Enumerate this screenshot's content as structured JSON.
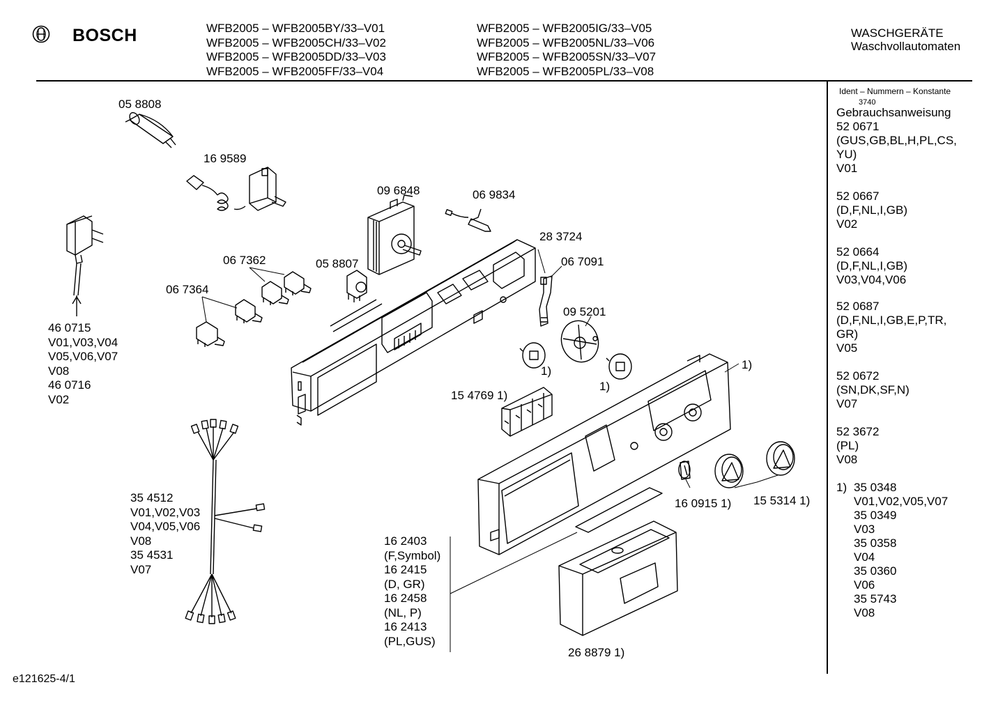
{
  "header": {
    "brand": "BOSCH",
    "models_left": [
      "WFB2005 – WFB2005BY/33–V01",
      "WFB2005 – WFB2005CH/33–V02",
      "WFB2005 – WFB2005DD/33–V03",
      "WFB2005 – WFB2005FF/33–V04"
    ],
    "models_right": [
      "WFB2005 – WFB2005IG/33–V05",
      "WFB2005 – WFB2005NL/33–V06",
      "WFB2005 – WFB2005SN/33–V07",
      "WFB2005 – WFB2005PL/33–V08"
    ],
    "category_line1": "WASCHGERÄTE",
    "category_line2": "Waschvollautomaten"
  },
  "sidebar": {
    "title": "Ident – Nummern – Konstante",
    "code": "3740",
    "manual_label": "Gebrauchsanweisung",
    "entries": [
      "52 0671\n(GUS,GB,BL,H,PL,CS,\nYU)\nV01",
      "52 0667\n(D,F,NL,I,GB)\nV02",
      "52 0664\n(D,F,NL,I,GB)\nV03,V04,V06",
      "52 0687\n(D,F,NL,I,GB,E,P,TR,\nGR)\nV05",
      "52 0672\n(SN,DK,SF,N)\nV07",
      "52 3672\n(PL)\nV08"
    ],
    "footnote_marker": "1)",
    "footnote": "35 0348\nV01,V02,V05,V07\n35 0349\nV03\n35 0358\nV04\n35 0360\nV06\n35 5743\nV08"
  },
  "parts": {
    "p058808": "05 8808",
    "p169589": "16 9589",
    "p096848": "09 6848",
    "p069834": "06 9834",
    "p283724": "28 3724",
    "p067091": "06 7091",
    "p067362": "06 7362",
    "p058807": "05 8807",
    "p067364": "06 7364",
    "p095201": "09 5201",
    "p460715": "46 0715\nV01,V03,V04\nV05,V06,V07\nV08\n46 0716\nV02",
    "p154769": "15 4769 1)",
    "p354512": "35 4512\nV01,V02,V03\nV04,V05,V06\nV08\n35 4531\nV07",
    "p160915": "16 0915 1)",
    "p155314": "15 5314 1)",
    "p162403": "16 2403\n(F,Symbol)\n16 2415\n(D, GR)\n16 2458\n(NL, P)\n16 2413\n(PL,GUS)",
    "p268879": "26 8879 1)",
    "fn_a": "1)",
    "fn_b": "1)",
    "fn_c": "1)"
  },
  "footer": {
    "doc_id": "e121625-4/1"
  }
}
